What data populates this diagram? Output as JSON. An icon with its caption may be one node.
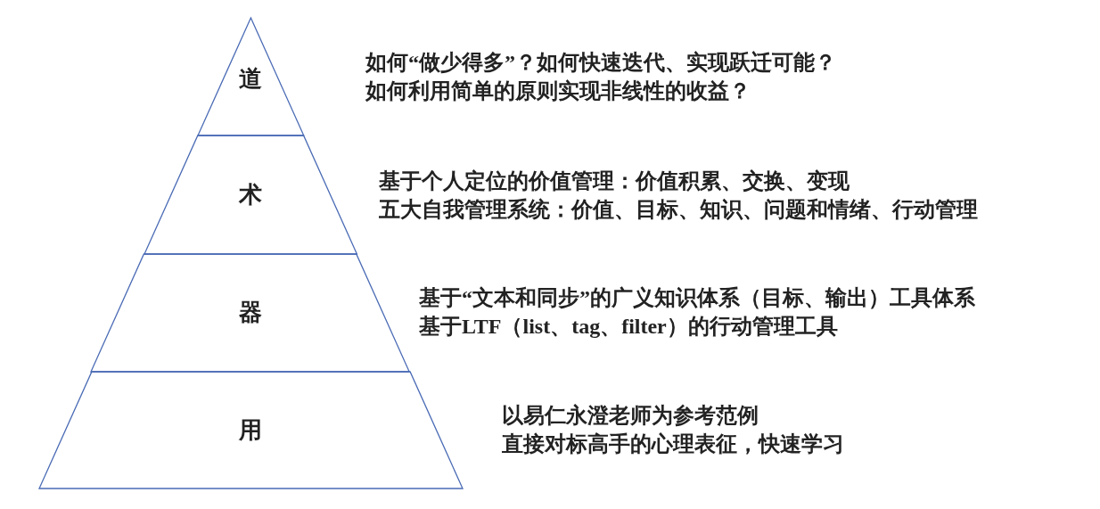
{
  "diagram": {
    "nodes": [
      {
        "text": [
          "道"
        ],
        "beside": [
          "如何“做少得多”？如何快速迭代、实现跃迁可能？",
          "如何利用简单的原则实现非线性的收益？"
        ]
      },
      {
        "text": [
          "术"
        ],
        "beside": [
          "基于个人定位的价值管理：价值积累、交换、变现",
          "五大自我管理系统：价值、目标、知识、问题和情绪、行动管理"
        ]
      },
      {
        "text": [
          "器"
        ],
        "beside": [
          "基于“文本和同步”的广义知识体系（目标、输出）工具体系",
          "基于LTF（list、tag、filter）的行动管理工具"
        ]
      },
      {
        "text": [
          "用"
        ],
        "beside": [
          "以易仁永澄老师为参考范例",
          "直接对标高手的心理表征，快速学习"
        ]
      }
    ]
  }
}
